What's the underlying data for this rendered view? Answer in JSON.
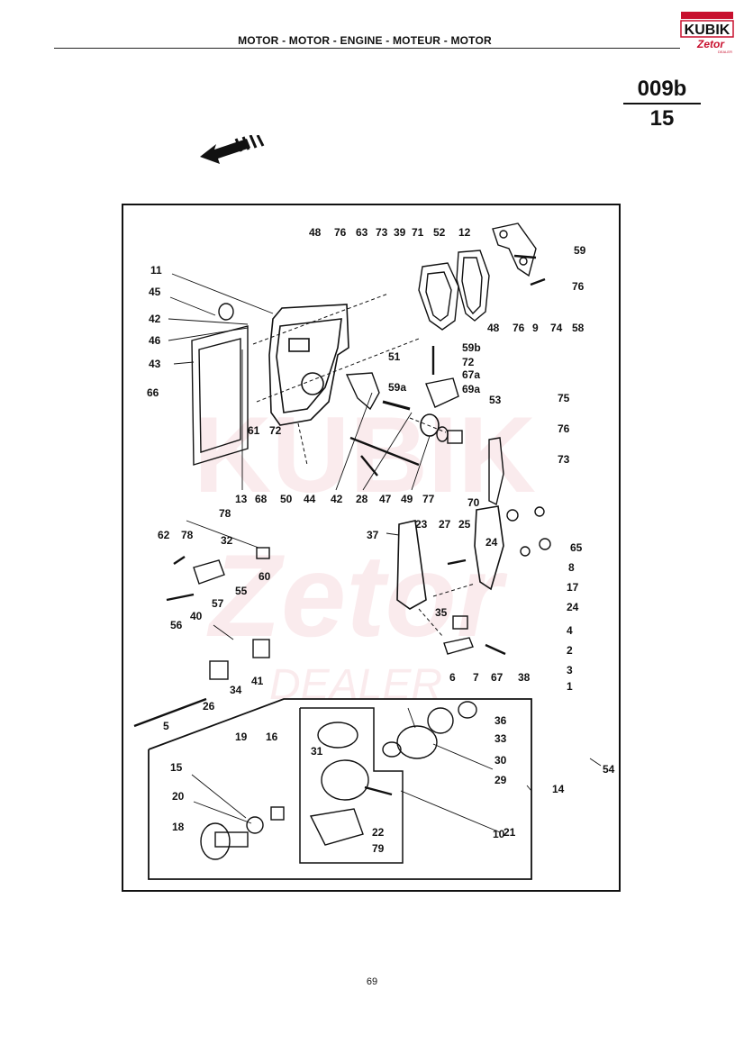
{
  "header": {
    "title": "MOTOR - MOTOR - ENGINE - MOTEUR - MOTOR"
  },
  "logo": {
    "brand": "KUBIK",
    "sub": "Zetor",
    "tag": "DEALER"
  },
  "page_code": {
    "top": "009b",
    "bottom": "15"
  },
  "watermark": {
    "line1": "KUBIK",
    "line2": "Zetor",
    "line3": "DEALER"
  },
  "page_number": "69",
  "callouts": [
    "48",
    "76",
    "63",
    "73",
    "39",
    "71",
    "52",
    "12",
    "59",
    "11",
    "45",
    "42",
    "46",
    "43",
    "66",
    "76",
    "58",
    "48",
    "76",
    "9",
    "74",
    "51",
    "59b",
    "72",
    "67a",
    "59a",
    "69a",
    "61",
    "72",
    "53",
    "75",
    "76",
    "73",
    "13",
    "68",
    "50",
    "44",
    "42",
    "28",
    "47",
    "49",
    "77",
    "70",
    "78",
    "32",
    "62",
    "78",
    "60",
    "37",
    "23",
    "27",
    "25",
    "24",
    "65",
    "8",
    "17",
    "24",
    "57",
    "55",
    "56",
    "40",
    "35",
    "4",
    "2",
    "3",
    "1",
    "6",
    "7",
    "67",
    "38",
    "41",
    "34",
    "26",
    "5",
    "36",
    "33",
    "30",
    "29",
    "31",
    "19",
    "16",
    "15",
    "20",
    "18",
    "21",
    "22",
    "10",
    "79",
    "14",
    "54"
  ]
}
